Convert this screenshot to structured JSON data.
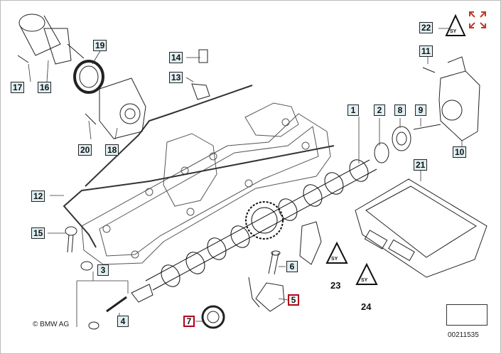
{
  "diagram": {
    "callouts": {
      "c1": "1",
      "c2": "2",
      "c3": "3",
      "c4": "4",
      "c5": "5",
      "c6": "6",
      "c7": "7",
      "c8": "8",
      "c9": "9",
      "c10": "10",
      "c11": "11",
      "c12": "12",
      "c13": "13",
      "c14": "14",
      "c15": "15",
      "c16": "16",
      "c17": "17",
      "c18": "18",
      "c19": "19",
      "c20": "20",
      "c21": "21",
      "c22": "22",
      "c23": "23",
      "c24": "24"
    },
    "copyright": "© BMW AG",
    "figure_id": "00211535"
  },
  "colors": {
    "callout_bg": "#dfeff3",
    "highlight_border": "#b3001b"
  },
  "icons": {
    "corner": "expand-icon",
    "nav": "arrow-icon",
    "warning": "warning-triangle-icon"
  }
}
